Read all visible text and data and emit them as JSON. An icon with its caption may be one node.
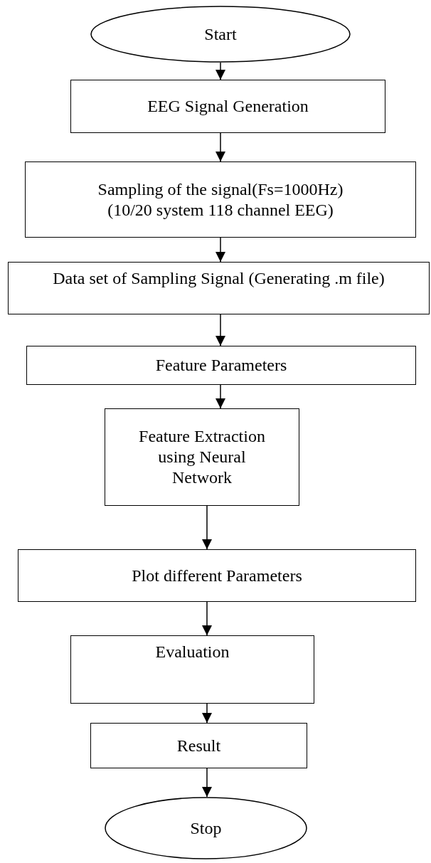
{
  "diagram": {
    "nodes": [
      {
        "text": [
          "Start"
        ]
      },
      {
        "text": [
          "EEG Signal Generation"
        ]
      },
      {
        "text": [
          "Sampling of the signal(Fs=1000Hz) (10/20 system 118 channel EEG)"
        ]
      },
      {
        "text": [
          "Data set of Sampling Signal (Generating .m file)"
        ]
      },
      {
        "text": [
          "Feature Parameters"
        ]
      },
      {
        "text": [
          "Feature Extraction using Neural Network"
        ]
      },
      {
        "text": [
          "Plot different Parameters"
        ]
      },
      {
        "text": [
          "Evaluation"
        ]
      },
      {
        "text": [
          "Result"
        ]
      },
      {
        "text": [
          "Stop"
        ]
      }
    ],
    "edges": [
      {
        "from": 0,
        "to": 1,
        "arrow": "to"
      },
      {
        "from": 1,
        "to": 2,
        "arrow": "to"
      },
      {
        "from": 2,
        "to": 3,
        "arrow": "to"
      },
      {
        "from": 3,
        "to": 4,
        "arrow": "to"
      },
      {
        "from": 4,
        "to": 5,
        "arrow": "to"
      },
      {
        "from": 5,
        "to": 6,
        "arrow": "to"
      },
      {
        "from": 6,
        "to": 7,
        "arrow": "to"
      },
      {
        "from": 7,
        "to": 8,
        "arrow": "to"
      },
      {
        "from": 8,
        "to": 9,
        "arrow": "to"
      }
    ]
  }
}
